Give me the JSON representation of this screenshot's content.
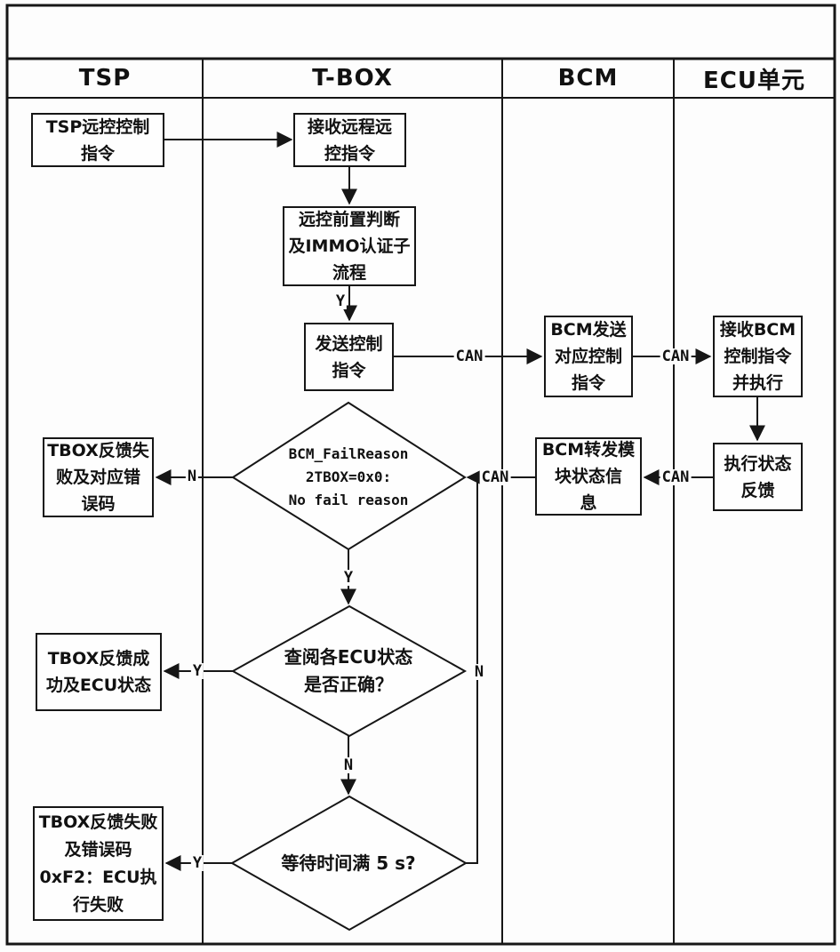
{
  "figure": {
    "type": "swimlane-flowchart",
    "line_color": "#161616",
    "background": "#fdfdfd"
  },
  "header": {
    "lanes": [
      "TSP",
      "T-BOX",
      "BCM",
      "ECU单元"
    ]
  },
  "labels": {
    "can": "CAN",
    "yes": "Y",
    "no": "N"
  },
  "nodes": {
    "tsp_cmd": [
      "TSP远控控制",
      "指令"
    ],
    "recv_remote": [
      "接收远程远",
      "控指令"
    ],
    "precheck": [
      "远控前置判断",
      "及IMMO认证子",
      "流程"
    ],
    "send_cmd": [
      "发送控制",
      "指令"
    ],
    "bcm_send": [
      "BCM发送",
      "对应控制",
      "指令"
    ],
    "ecu_recv": [
      "接收BCM",
      "控制指令",
      "并执行"
    ],
    "tbox_fail_reason": [
      "TBOX反馈失",
      "败及对应错",
      "误码"
    ],
    "bcm_forward": [
      "BCM转发模",
      "块状态信",
      "息"
    ],
    "ecu_feedback": [
      "执行状态",
      "反馈"
    ],
    "tbox_success": [
      "TBOX反馈成",
      "功及ECU状态"
    ],
    "tbox_fail_ecu": [
      "TBOX反馈失败",
      "及错误码",
      "0xF2：ECU执",
      "行失败"
    ]
  },
  "decisions": {
    "fail_reason": [
      "BCM_FailReason",
      "2TBOX=0x0:",
      "No fail reason"
    ],
    "ecu_status_ok": [
      "查阅各ECU状态",
      "是否正确？"
    ],
    "wait_5s": [
      "等待时间满 5 s?"
    ]
  }
}
